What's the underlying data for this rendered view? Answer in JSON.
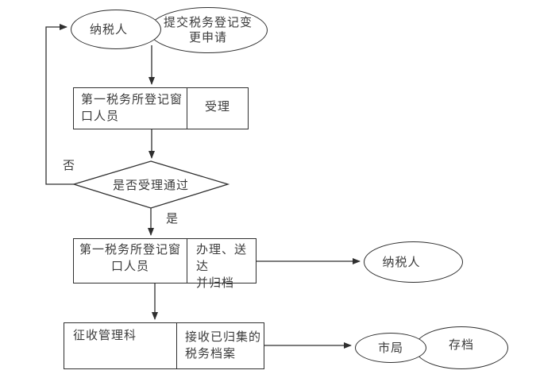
{
  "colors": {
    "background": "#ffffff",
    "stroke": "#2f2f2f",
    "text": "#3b3b3b"
  },
  "flowchart": {
    "start_actor": {
      "label": "纳税人"
    },
    "start_action": {
      "label": "提交税务登记变\n更申请"
    },
    "step1": {
      "role": "第一税务所登记窗\n口人员",
      "action": "受理"
    },
    "decision": {
      "label": "是否受理通过",
      "no_label": "否",
      "yes_label": "是"
    },
    "step2": {
      "role": "第一税务所登记窗\n口人员",
      "action": "办理、送达\n并归档"
    },
    "notify_actor": {
      "label": "纳税人"
    },
    "step3": {
      "role": "征收管理科",
      "action": "接收已归集的\n税务档案"
    },
    "end_bureau": {
      "label": "市局"
    },
    "end_archive": {
      "label": "存档"
    }
  }
}
